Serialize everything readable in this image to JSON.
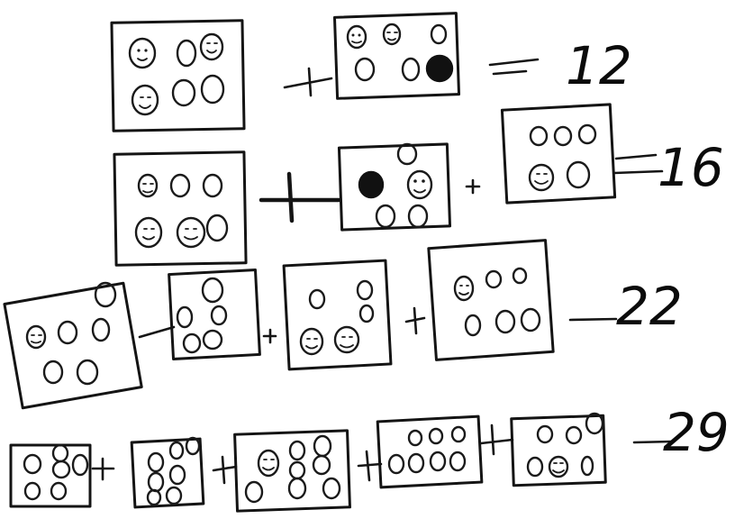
{
  "title": "",
  "rows": [
    {
      "answer": "12"
    },
    {
      "answer": "16"
    },
    {
      "answer": "22"
    },
    {
      "answer": "29"
    }
  ],
  "colors": {
    "ink": "#151515",
    "paper": "#ffffff"
  }
}
